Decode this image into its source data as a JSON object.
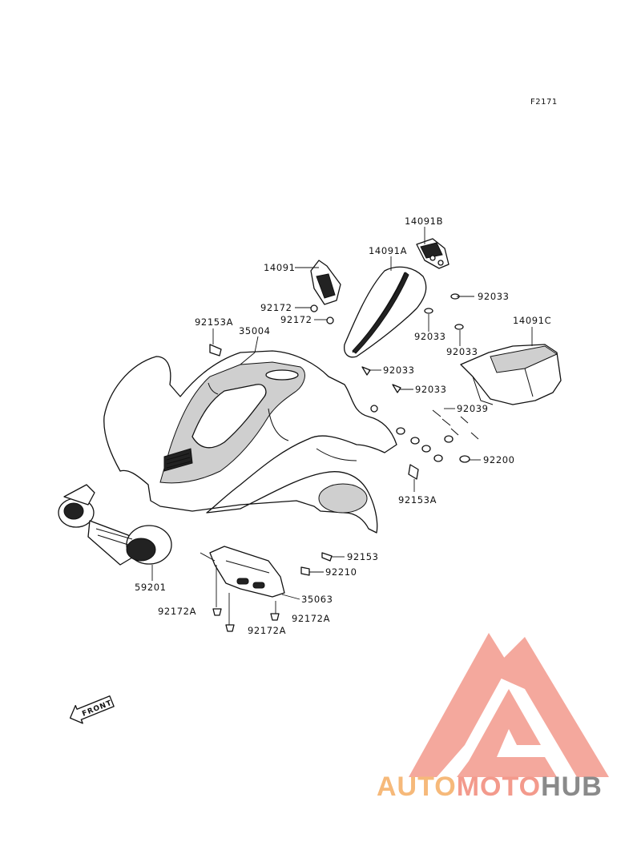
{
  "diagram_code": "F2171",
  "front_label": "FRONT",
  "part_labels": {
    "p14091B": "14091B",
    "p14091": "14091",
    "p14091A": "14091A",
    "p92033_a": "92033",
    "p92172_a": "92172",
    "p92172_b": "92172",
    "p92153A_a": "92153A",
    "p35004": "35004",
    "p92033_b": "92033",
    "p92033_c": "92033",
    "p14091C": "14091C",
    "p92033_d": "92033",
    "p92033_e": "92033",
    "p92039": "92039",
    "p92200": "92200",
    "p92153A_b": "92153A",
    "p92153": "92153",
    "p92210": "92210",
    "p35063": "35063",
    "p59201": "59201",
    "p92172A_a": "92172A",
    "p92172A_b": "92172A",
    "p92172A_c": "92172A"
  },
  "watermark": {
    "part1": "AUTO",
    "part2": "MOTO",
    "part3": "HUB",
    "colors": {
      "auto": "#f6b97a",
      "moto": "#f39a8c",
      "hub": "#8a8a8a",
      "triangle": "#f39a8c"
    }
  }
}
